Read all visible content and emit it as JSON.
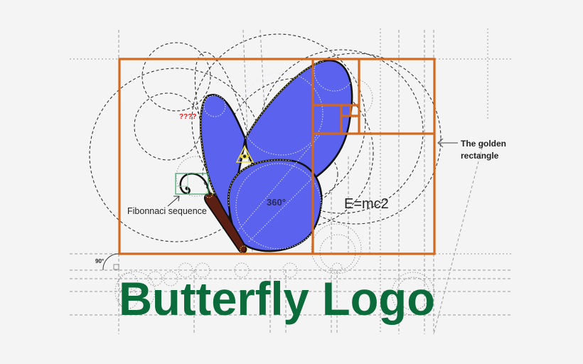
{
  "title": "Butterfly Logo",
  "annotations": {
    "question_marks": "????",
    "fibonacci_label": "Fibonnaci sequence",
    "golden_rect_line1": "The golden",
    "golden_rect_line2": "rectangle",
    "degrees_360": "360°",
    "formula": "E=mc2",
    "angle_90": "90°"
  },
  "colors": {
    "background": "#f4f4f4",
    "golden_rectangle": "#d2691e",
    "wing_fill": "#5a62ee",
    "wing_outline": "#111111",
    "wing_highlight": "#e8d84a",
    "body": "#5c1f14",
    "title_text": "#0b6b3a",
    "question_marks": "#e02020",
    "fibonacci_box": "#3aa06a",
    "eye_triangle": "#e8d84a"
  }
}
